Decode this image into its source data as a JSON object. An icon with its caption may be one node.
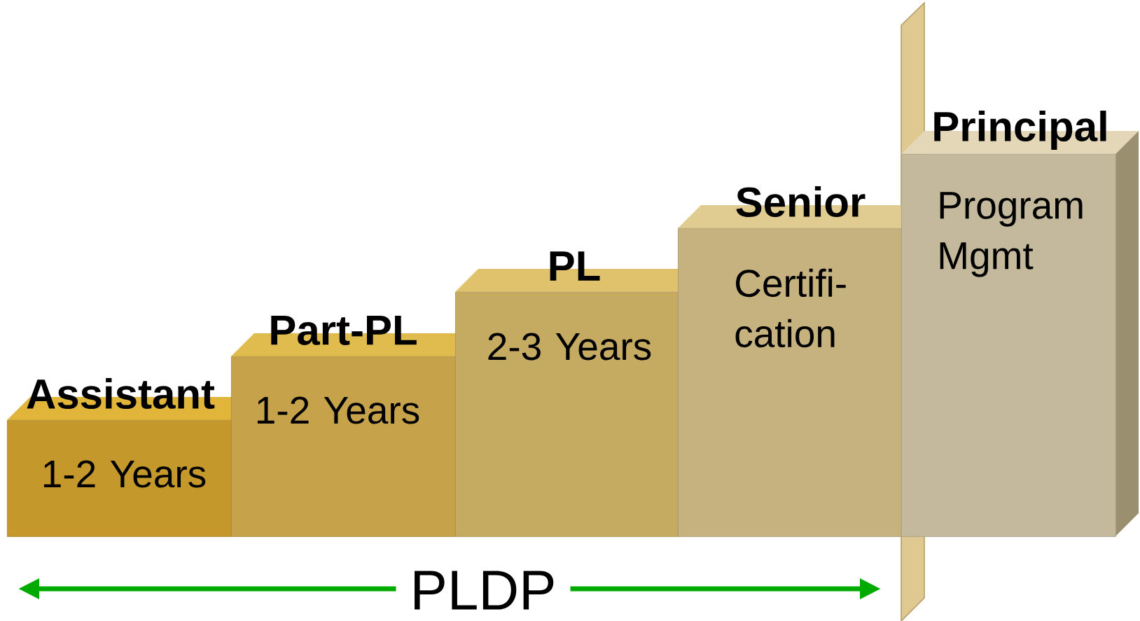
{
  "diagram": {
    "nodes": [
      {
        "text": [
          "Assistant",
          "1-2 Years"
        ]
      },
      {
        "text": [
          "Part-PL",
          "1-2 Years"
        ]
      },
      {
        "text": [
          "PL",
          "2-3 Years"
        ]
      },
      {
        "text": [
          "Senior",
          "Certifi- cation"
        ]
      },
      {
        "text": [
          "Principal",
          "Program Mgmt"
        ]
      }
    ],
    "labels": [
      "PLDP"
    ]
  }
}
